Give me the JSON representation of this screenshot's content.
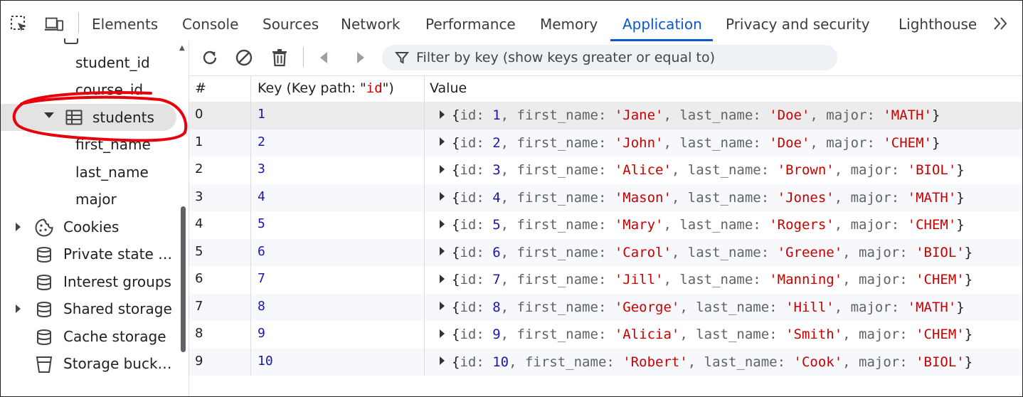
{
  "tabs": [
    {
      "label": "Elements"
    },
    {
      "label": "Console"
    },
    {
      "label": "Sources"
    },
    {
      "label": "Network"
    },
    {
      "label": "Performance"
    },
    {
      "label": "Memory"
    },
    {
      "label": "Application"
    },
    {
      "label": "Privacy and security"
    },
    {
      "label": "Lighthouse"
    }
  ],
  "active_tab": "Application",
  "sidebar": {
    "items": [
      {
        "label": "student_id"
      },
      {
        "label": "course_id"
      },
      {
        "label": "students"
      },
      {
        "label": "first_name"
      },
      {
        "label": "last_name"
      },
      {
        "label": "major"
      },
      {
        "label": "Cookies"
      },
      {
        "label": "Private state …"
      },
      {
        "label": "Interest groups"
      },
      {
        "label": "Shared storage"
      },
      {
        "label": "Cache storage"
      },
      {
        "label": "Storage buck…"
      }
    ]
  },
  "toolbar": {
    "filter_placeholder": "Filter by key (show keys greater or equal to)"
  },
  "table": {
    "headers": {
      "index": "#",
      "key_prefix": "Key (Key path: \"",
      "key_path": "id",
      "key_suffix": "\")",
      "value": "Value"
    },
    "rows": [
      {
        "index": "0",
        "key": "1",
        "value": {
          "id": "1",
          "first_name": "'Jane'",
          "last_name": "'Doe'",
          "major": "'MATH'"
        }
      },
      {
        "index": "1",
        "key": "2",
        "value": {
          "id": "2",
          "first_name": "'John'",
          "last_name": "'Doe'",
          "major": "'CHEM'"
        }
      },
      {
        "index": "2",
        "key": "3",
        "value": {
          "id": "3",
          "first_name": "'Alice'",
          "last_name": "'Brown'",
          "major": "'BIOL'"
        }
      },
      {
        "index": "3",
        "key": "4",
        "value": {
          "id": "4",
          "first_name": "'Mason'",
          "last_name": "'Jones'",
          "major": "'MATH'"
        }
      },
      {
        "index": "4",
        "key": "5",
        "value": {
          "id": "5",
          "first_name": "'Mary'",
          "last_name": "'Rogers'",
          "major": "'CHEM'"
        }
      },
      {
        "index": "5",
        "key": "6",
        "value": {
          "id": "6",
          "first_name": "'Carol'",
          "last_name": "'Greene'",
          "major": "'BIOL'"
        }
      },
      {
        "index": "6",
        "key": "7",
        "value": {
          "id": "7",
          "first_name": "'Jill'",
          "last_name": "'Manning'",
          "major": "'CHEM'"
        }
      },
      {
        "index": "7",
        "key": "8",
        "value": {
          "id": "8",
          "first_name": "'George'",
          "last_name": "'Hill'",
          "major": "'MATH'"
        }
      },
      {
        "index": "8",
        "key": "9",
        "value": {
          "id": "9",
          "first_name": "'Alicia'",
          "last_name": "'Smith'",
          "major": "'CHEM'"
        }
      },
      {
        "index": "9",
        "key": "10",
        "value": {
          "id": "10",
          "first_name": "'Robert'",
          "last_name": "'Cook'",
          "major": "'BIOL'"
        }
      }
    ]
  },
  "colors": {
    "accent": "#0b57d0",
    "string": "#c80000",
    "number": "#1a1aa6",
    "annotation": "#e8000b"
  }
}
